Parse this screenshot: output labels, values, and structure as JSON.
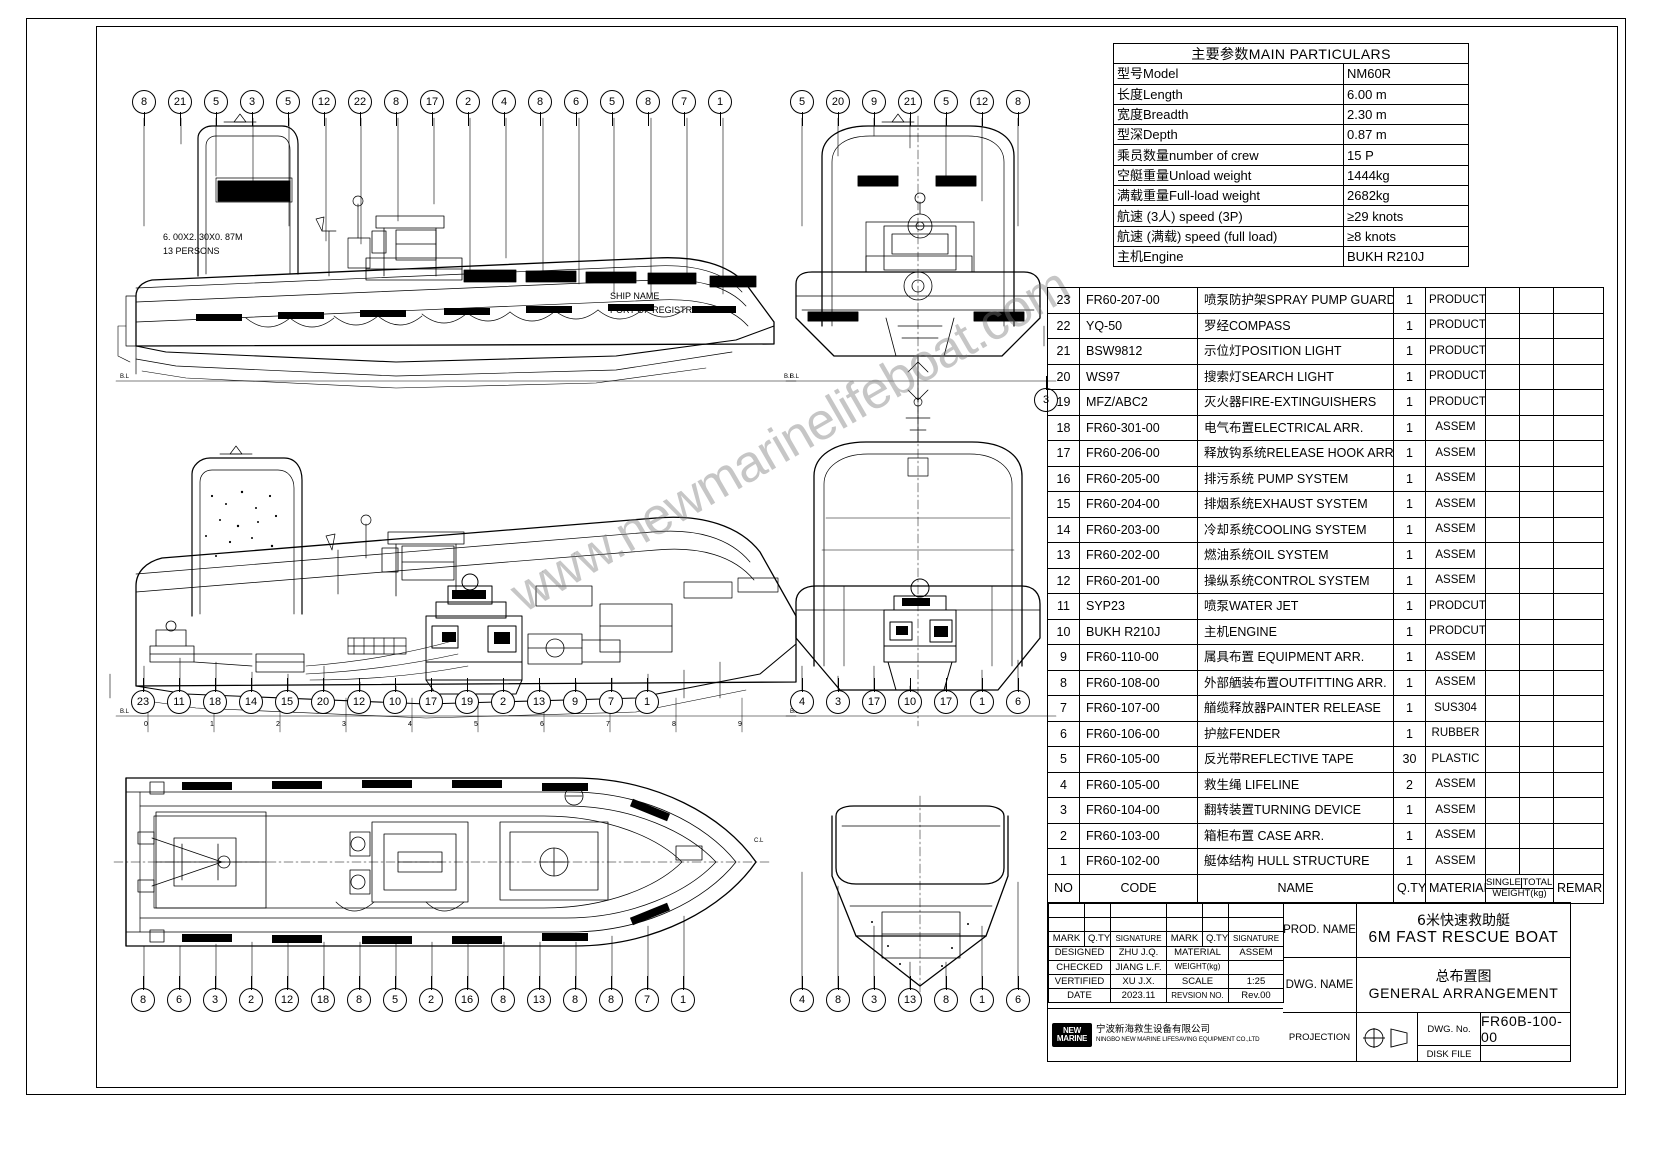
{
  "sheet": {
    "watermark": "www.newmarinelifeboat.com",
    "ship_name_block": "SHIP NAME\nPORT OF REGISTRY",
    "dim_note": "6.00X2.30X0.87M\n13 PERSONS",
    "baseline_label": "B.L"
  },
  "main_particulars": {
    "title": "主要参数MAIN PARTICULARS",
    "rows": [
      {
        "label": "型号Model",
        "value": "NM60R"
      },
      {
        "label": "长度Length",
        "value": "6.00 m"
      },
      {
        "label": "宽度Breadth",
        "value": "2.30 m"
      },
      {
        "label": "型深Depth",
        "value": "0.87 m"
      },
      {
        "label": "乘员数量number of crew",
        "value": "15 P"
      },
      {
        "label": "空艇重量Unload weight",
        "value": "1444kg"
      },
      {
        "label": "满载重量Full-load weight",
        "value": "2682kg"
      },
      {
        "label": "航速 (3人) speed (3P)",
        "value": "≥29 knots"
      },
      {
        "label": "航速 (满载) speed (full load)",
        "value": "≥8 knots"
      },
      {
        "label": "主机Engine",
        "value": "BUKH R210J"
      }
    ]
  },
  "bom": {
    "headers": {
      "no": "NO",
      "code": "CODE",
      "name": "NAME",
      "qty": "Q.TY.",
      "material": "MATERIAL",
      "single_weight_top": "SINGLE",
      "total_weight_top": "TOTAL",
      "weight_unit": "WEIGHT(kg)",
      "remark": "REMARK"
    },
    "rows": [
      {
        "no": "23",
        "code": "FR60-207-00",
        "name": "喷泵防护架SPRAY PUMP GUARDS",
        "qty": "1",
        "material": "PRODUCT",
        "single": "",
        "total": "",
        "remark": ""
      },
      {
        "no": "22",
        "code": "YQ-50",
        "name": "罗经COMPASS",
        "qty": "1",
        "material": "PRODUCT",
        "single": "",
        "total": "",
        "remark": ""
      },
      {
        "no": "21",
        "code": "BSW9812",
        "name": "示位灯POSITION LIGHT",
        "qty": "1",
        "material": "PRODUCT",
        "single": "",
        "total": "",
        "remark": ""
      },
      {
        "no": "20",
        "code": "WS97",
        "name": "搜索灯SEARCH LIGHT",
        "qty": "1",
        "material": "PRODUCT",
        "single": "",
        "total": "",
        "remark": ""
      },
      {
        "no": "19",
        "code": "MFZ/ABC2",
        "name": "灭火器FIRE-EXTINGUISHERS",
        "qty": "1",
        "material": "PRODUCT",
        "single": "",
        "total": "",
        "remark": ""
      },
      {
        "no": "18",
        "code": "FR60-301-00",
        "name": "电气布置ELECTRICAL ARR.",
        "qty": "1",
        "material": "ASSEM",
        "single": "",
        "total": "",
        "remark": ""
      },
      {
        "no": "17",
        "code": "FR60-206-00",
        "name": "释放钩系统RELEASE HOOK ARR.",
        "qty": "1",
        "material": "ASSEM",
        "single": "",
        "total": "",
        "remark": ""
      },
      {
        "no": "16",
        "code": "FR60-205-00",
        "name": "排污系统 PUMP SYSTEM",
        "qty": "1",
        "material": "ASSEM",
        "single": "",
        "total": "",
        "remark": ""
      },
      {
        "no": "15",
        "code": "FR60-204-00",
        "name": "排烟系统EXHAUST SYSTEM",
        "qty": "1",
        "material": "ASSEM",
        "single": "",
        "total": "",
        "remark": ""
      },
      {
        "no": "14",
        "code": "FR60-203-00",
        "name": "冷却系统COOLING SYSTEM",
        "qty": "1",
        "material": "ASSEM",
        "single": "",
        "total": "",
        "remark": ""
      },
      {
        "no": "13",
        "code": "FR60-202-00",
        "name": "燃油系统OIL SYSTEM",
        "qty": "1",
        "material": "ASSEM",
        "single": "",
        "total": "",
        "remark": ""
      },
      {
        "no": "12",
        "code": "FR60-201-00",
        "name": "操纵系统CONTROL SYSTEM",
        "qty": "1",
        "material": "ASSEM",
        "single": "",
        "total": "",
        "remark": ""
      },
      {
        "no": "11",
        "code": "SYP23",
        "name": "喷泵WATER JET",
        "qty": "1",
        "material": "PRODCUT",
        "single": "",
        "total": "",
        "remark": ""
      },
      {
        "no": "10",
        "code": "BUKH R210J",
        "name": "主机ENGINE",
        "qty": "1",
        "material": "PRODCUT",
        "single": "",
        "total": "",
        "remark": ""
      },
      {
        "no": "9",
        "code": "FR60-110-00",
        "name": "属具布置 EQUIPMENT ARR.",
        "qty": "1",
        "material": "ASSEM",
        "single": "",
        "total": "",
        "remark": ""
      },
      {
        "no": "8",
        "code": "FR60-108-00",
        "name": "外部舾装布置OUTFITTING ARR.",
        "qty": "1",
        "material": "ASSEM",
        "single": "",
        "total": "",
        "remark": ""
      },
      {
        "no": "7",
        "code": "FR60-107-00",
        "name": "艏缆释放器PAINTER RELEASE",
        "qty": "1",
        "material": "SUS304",
        "single": "",
        "total": "",
        "remark": ""
      },
      {
        "no": "6",
        "code": "FR60-106-00",
        "name": "护舷FENDER",
        "qty": "1",
        "material": "RUBBER",
        "single": "",
        "total": "",
        "remark": ""
      },
      {
        "no": "5",
        "code": "FR60-105-00",
        "name": "反光带REFLECTIVE TAPE",
        "qty": "30",
        "material": "PLASTIC",
        "single": "",
        "total": "",
        "remark": ""
      },
      {
        "no": "4",
        "code": "FR60-105-00",
        "name": "救生绳 LIFELINE",
        "qty": "2",
        "material": "ASSEM",
        "single": "",
        "total": "",
        "remark": ""
      },
      {
        "no": "3",
        "code": "FR60-104-00",
        "name": "翻转装置TURNING DEVICE",
        "qty": "1",
        "material": "ASSEM",
        "single": "",
        "total": "",
        "remark": ""
      },
      {
        "no": "2",
        "code": "FR60-103-00",
        "name": "箱柜布置 CASE ARR.",
        "qty": "1",
        "material": "ASSEM",
        "single": "",
        "total": "",
        "remark": ""
      },
      {
        "no": "1",
        "code": "FR60-102-00",
        "name": "艇体结构 HULL STRUCTURE",
        "qty": "1",
        "material": "ASSEM",
        "single": "",
        "total": "",
        "remark": ""
      }
    ]
  },
  "title_block": {
    "rev_headers": [
      "MARK",
      "Q.TY",
      "SIGNATURE",
      "MARK",
      "Q.TY",
      "SIGNATURE"
    ],
    "meta_rows": [
      {
        "k1": "DESIGNED",
        "v1": "ZHU J.Q.",
        "k2": "MATERIAL",
        "v2": "ASSEM"
      },
      {
        "k1": "CHECKED",
        "v1": "JIANG L.F.",
        "k2": "WEIGHT(kg)",
        "v2": ""
      },
      {
        "k1": "VERTIFIED",
        "v1": "XU J.X.",
        "k2": "SCALE",
        "v2": "1:25"
      },
      {
        "k1": "DATE",
        "v1": "2023.11",
        "k2": "REVSION NO.",
        "v2": "Rev.00"
      }
    ],
    "logo": {
      "mark_line1": "NEW",
      "mark_line2": "MARINE",
      "company_cn": "宁波新海救生设备有限公司",
      "company_en": "NINGBO NEW MARINE LIFESAVING EQUIPMENT CO.,LTD"
    },
    "prod_name_key": "PROD. NAME",
    "prod_name_cn": "6米快速救助艇",
    "prod_name_en": "6M FAST RESCUE BOAT",
    "dwg_name_key": "DWG. NAME",
    "dwg_name_cn": "总布置图",
    "dwg_name_en": "GENERAL ARRANGEMENT",
    "projection_key": "PROJECTION",
    "dwg_no_key": "DWG. No.",
    "dwg_no_value": "FR60B-100-00",
    "disk_file_key": "DISK FILE",
    "disk_file_value": ""
  },
  "balloons": {
    "profile_top": [
      "8",
      "21",
      "5",
      "3",
      "5",
      "12",
      "22",
      "8",
      "17",
      "2",
      "4",
      "8",
      "6",
      "5",
      "8",
      "7",
      "1"
    ],
    "front_top": [
      "5",
      "20",
      "9",
      "21",
      "5",
      "12",
      "8"
    ],
    "section_top_right": [
      "3"
    ],
    "inboard_bottom": [
      "23",
      "11",
      "18",
      "14",
      "15",
      "20",
      "12",
      "10",
      "17",
      "19",
      "2",
      "13",
      "9",
      "7",
      "1"
    ],
    "inboard_right_bottom": [
      "4",
      "3",
      "17",
      "10",
      "17",
      "1",
      "6"
    ],
    "plan_bottom": [
      "8",
      "6",
      "3",
      "2",
      "12",
      "18",
      "8",
      "5",
      "2",
      "16",
      "8",
      "13",
      "8",
      "8",
      "7",
      "1"
    ],
    "stern_bottom": [
      "4",
      "8",
      "3",
      "13",
      "8",
      "1",
      "6"
    ]
  },
  "station_numbers": [
    "0",
    "1",
    "2",
    "3",
    "4",
    "5",
    "6",
    "7",
    "8",
    "9"
  ]
}
